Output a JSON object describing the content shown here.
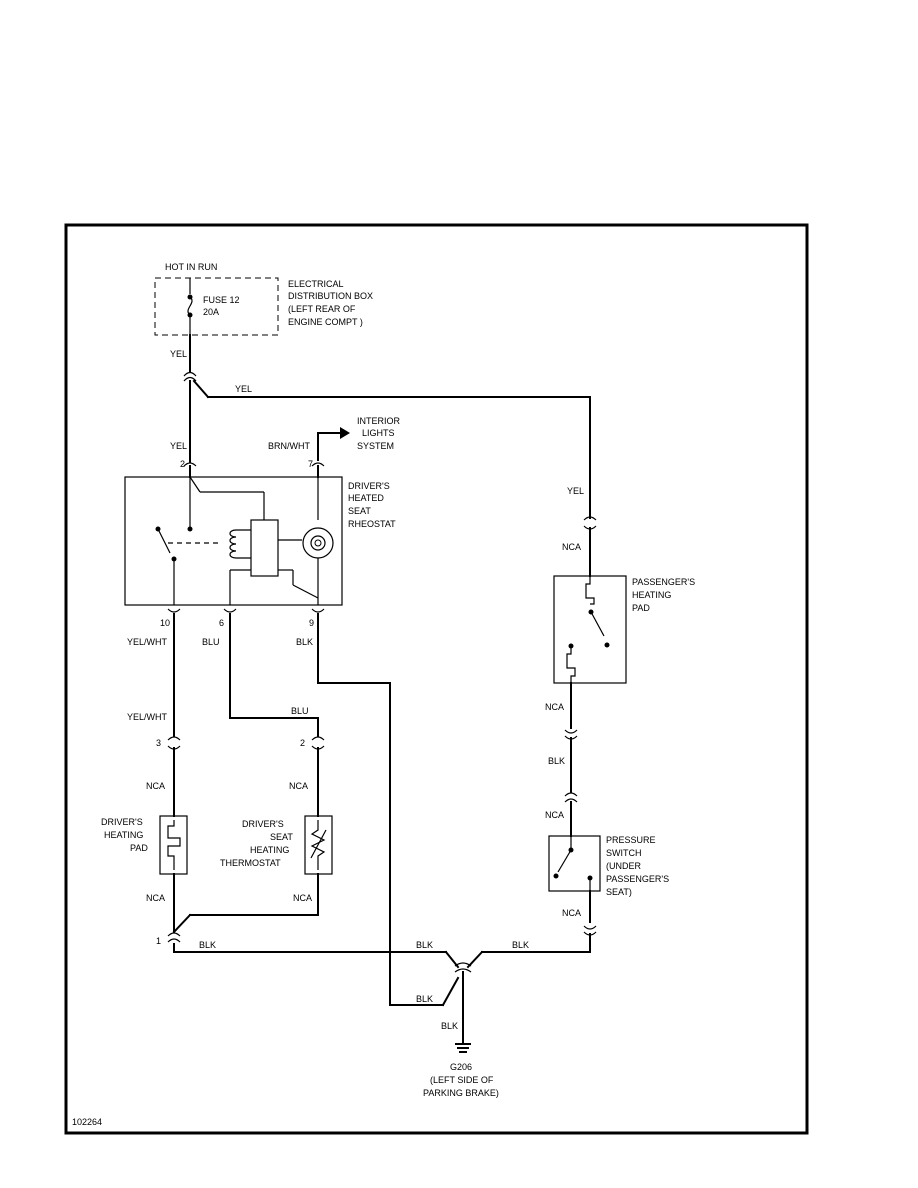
{
  "labels": {
    "hot_in_run": "HOT IN RUN",
    "fuse_1": "FUSE 12",
    "fuse_2": "20A",
    "edb_1": "ELECTRICAL",
    "edb_2": "DISTRIBUTION BOX",
    "edb_3": "(LEFT REAR OF",
    "edb_4": "ENGINE COMPT )",
    "yel_1": "YEL",
    "yel_2": "YEL",
    "yel_3": "YEL",
    "yel_4": "YEL",
    "int_1": "INTERIOR",
    "int_2": "LIGHTS",
    "int_3": "SYSTEM",
    "brn_wht": "BRN/WHT",
    "pin_2": "2",
    "pin_7": "7",
    "rheo_1": "DRIVER'S",
    "rheo_2": "HEATED",
    "rheo_3": "SEAT",
    "rheo_4": "RHEOSTAT",
    "nca_p1": "NCA",
    "pass_1": "PASSENGER'S",
    "pass_2": "HEATING",
    "pass_3": "PAD",
    "pin_10": "10",
    "pin_6": "6",
    "pin_9": "9",
    "yelwht_1": "YEL/WHT",
    "blu_1": "BLU",
    "blk_1": "BLK",
    "nca_p2": "NCA",
    "yelwht_2": "YEL/WHT",
    "blu_2": "BLU",
    "blk_p": "BLK",
    "pin_3": "3",
    "pin_2b": "2",
    "nca_d1": "NCA",
    "nca_d2": "NCA",
    "nca_p3": "NCA",
    "dpad_1": "DRIVER'S",
    "dpad_2": "HEATING",
    "dpad_3": "PAD",
    "thermo_1": "DRIVER'S",
    "thermo_2": "SEAT",
    "thermo_3": "HEATING",
    "thermo_4": "THERMOSTAT",
    "ps_1": "PRESSURE",
    "ps_2": "SWITCH",
    "ps_3": "(UNDER",
    "ps_4": "PASSENGER'S",
    "ps_5": "SEAT)",
    "nca_d3": "NCA",
    "nca_d4": "NCA",
    "nca_p4": "NCA",
    "pin_1": "1",
    "blk_2": "BLK",
    "blk_3": "BLK",
    "blk_4": "BLK",
    "blk_5": "BLK",
    "blk_6": "BLK",
    "g_1": "G206",
    "g_2": "(LEFT SIDE OF",
    "g_3": "PARKING BRAKE)",
    "fig_id": "102264"
  }
}
